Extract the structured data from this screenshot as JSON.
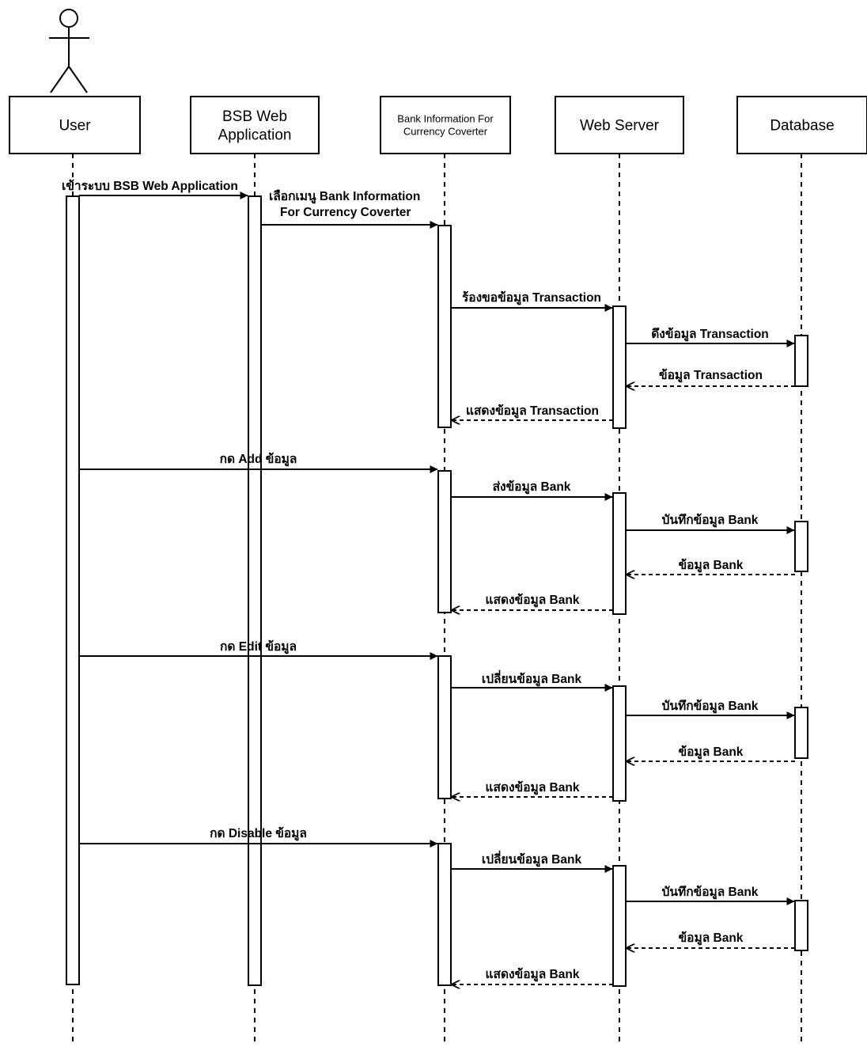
{
  "actor": {
    "name": "User"
  },
  "lifelines": [
    {
      "id": "user",
      "lines": [
        "User"
      ]
    },
    {
      "id": "bsb",
      "lines": [
        "BSB Web",
        "Application"
      ]
    },
    {
      "id": "bank",
      "lines": [
        "Bank Information For",
        "Currency Coverter"
      ]
    },
    {
      "id": "ws",
      "lines": [
        "Web Server"
      ]
    },
    {
      "id": "db",
      "lines": [
        "Database"
      ]
    }
  ],
  "messages": [
    {
      "from": "user",
      "to": "bsb",
      "kind": "call",
      "lines": [
        "เข้าระบบ BSB Web Application"
      ]
    },
    {
      "from": "bsb",
      "to": "bank",
      "kind": "call",
      "lines": [
        "เลือกเมนู Bank Information",
        "For Currency Coverter"
      ]
    },
    {
      "from": "bank",
      "to": "ws",
      "kind": "call",
      "lines": [
        "ร้องขอข้อมูล Transaction"
      ]
    },
    {
      "from": "ws",
      "to": "db",
      "kind": "call",
      "lines": [
        "ดึงข้อมูล Transaction"
      ]
    },
    {
      "from": "db",
      "to": "ws",
      "kind": "return",
      "lines": [
        "ข้อมูล Transaction"
      ]
    },
    {
      "from": "ws",
      "to": "bank",
      "kind": "return",
      "lines": [
        "แสดงข้อมูล Transaction"
      ]
    },
    {
      "from": "user",
      "to": "bank",
      "kind": "call",
      "lines": [
        "กด Add ข้อมูล"
      ]
    },
    {
      "from": "bank",
      "to": "ws",
      "kind": "call",
      "lines": [
        "ส่งข้อมูล Bank"
      ]
    },
    {
      "from": "ws",
      "to": "db",
      "kind": "call",
      "lines": [
        "บันทึกข้อมูล Bank"
      ]
    },
    {
      "from": "db",
      "to": "ws",
      "kind": "return",
      "lines": [
        "ข้อมูล Bank"
      ]
    },
    {
      "from": "ws",
      "to": "bank",
      "kind": "return",
      "lines": [
        "แสดงข้อมูล Bank"
      ]
    },
    {
      "from": "user",
      "to": "bank",
      "kind": "call",
      "lines": [
        "กด Edit ข้อมูล"
      ]
    },
    {
      "from": "bank",
      "to": "ws",
      "kind": "call",
      "lines": [
        "เปลี่ยนข้อมูล Bank"
      ]
    },
    {
      "from": "ws",
      "to": "db",
      "kind": "call",
      "lines": [
        "บันทึกข้อมูล Bank"
      ]
    },
    {
      "from": "db",
      "to": "ws",
      "kind": "return",
      "lines": [
        "ข้อมูล Bank"
      ]
    },
    {
      "from": "ws",
      "to": "bank",
      "kind": "return",
      "lines": [
        "แสดงข้อมูล Bank"
      ]
    },
    {
      "from": "user",
      "to": "bank",
      "kind": "call",
      "lines": [
        "กด Disable ข้อมูล"
      ]
    },
    {
      "from": "bank",
      "to": "ws",
      "kind": "call",
      "lines": [
        "เปลี่ยนข้อมูล Bank"
      ]
    },
    {
      "from": "ws",
      "to": "db",
      "kind": "call",
      "lines": [
        "บันทึกข้อมูล Bank"
      ]
    },
    {
      "from": "db",
      "to": "ws",
      "kind": "return",
      "lines": [
        "ข้อมูล Bank"
      ]
    },
    {
      "from": "ws",
      "to": "bank",
      "kind": "return",
      "lines": [
        "แสดงข้อมูล Bank"
      ]
    }
  ]
}
